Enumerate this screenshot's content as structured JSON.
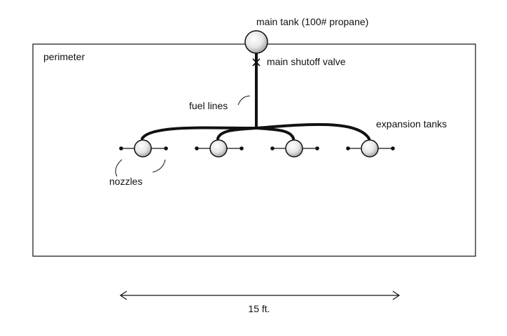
{
  "labels": {
    "main_tank": "main tank (100# propane)",
    "perimeter": "perimeter",
    "main_shutoff_valve": "main shutoff valve",
    "fuel_lines": "fuel lines",
    "expansion_tanks": "expansion tanks",
    "nozzles": "nozzles",
    "dimension": "15 ft."
  },
  "expansion_tank_count": 4,
  "colors": {
    "line": "#111111",
    "tank_fill_light": "#ffffff",
    "tank_fill_dark": "#9a9a9a"
  }
}
